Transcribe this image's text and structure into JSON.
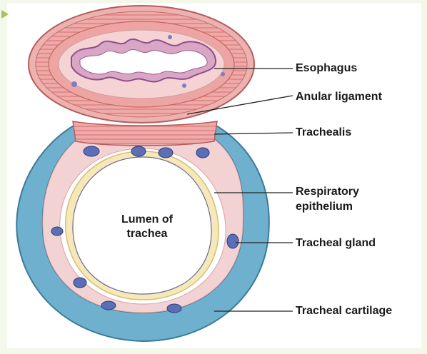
{
  "labels": {
    "esophagus": "Esophagus",
    "anular_ligament": "Anular ligament",
    "trachealis": "Trachealis",
    "respiratory_epithelium_line1": "Respiratory",
    "respiratory_epithelium_line2": "epithelium",
    "tracheal_gland": "Tracheal gland",
    "tracheal_cartilage": "Tracheal cartilage",
    "lumen_line1": "Lumen of",
    "lumen_line2": "trachea"
  },
  "colors": {
    "background": "#f4f8ea",
    "cartilage": "#6fb0cf",
    "cartilage_edge": "#3d7f9e",
    "muscle": "#e7a2a2",
    "muscle_dark": "#c96666",
    "mucosa": "#f1c9cc",
    "submucosa": "#f6d8d8",
    "epithelium": "#f6e8b8",
    "gland": "#5a6fb5",
    "leader": "#222222"
  }
}
